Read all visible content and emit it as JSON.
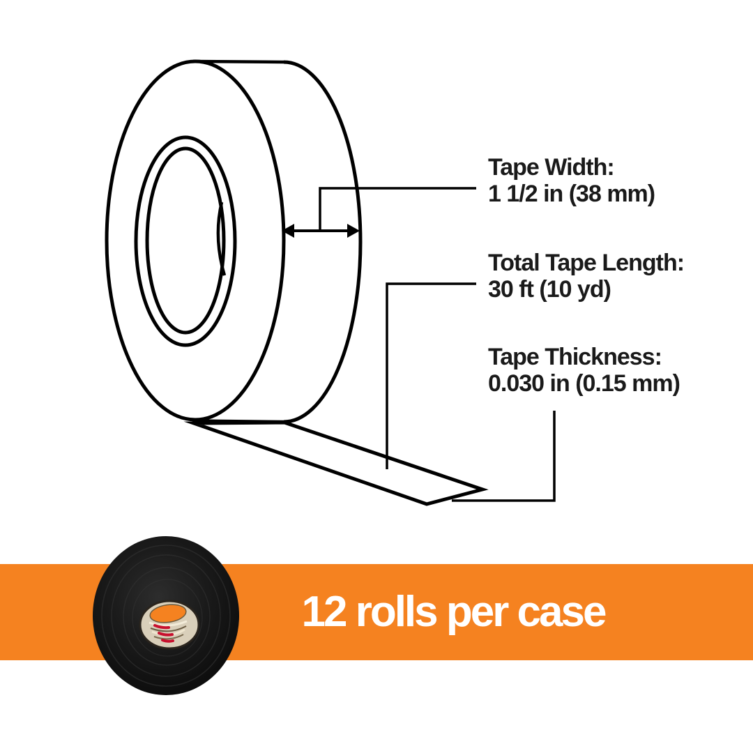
{
  "diagram": {
    "stroke_color": "#000000",
    "callouts": [
      {
        "id": "tape-width",
        "label": "Tape Width:",
        "value": "1 1/2 in (38 mm)"
      },
      {
        "id": "total-tape-length",
        "label": "Total Tape Length:",
        "value": "30 ft (10 yd)"
      },
      {
        "id": "tape-thickness",
        "label": "Tape Thickness:",
        "value": "0.030 in (0.15 mm)"
      }
    ],
    "text_color": "#1a1a1a"
  },
  "banner": {
    "text": "12 rolls per case",
    "background_color": "#F58220",
    "text_color": "#FFFFFF"
  },
  "photo": {
    "roll_color": "#141414",
    "liner_color": "#d9cfba",
    "liner_mark_color": "#c8102e",
    "hole_color": "#F58220"
  }
}
